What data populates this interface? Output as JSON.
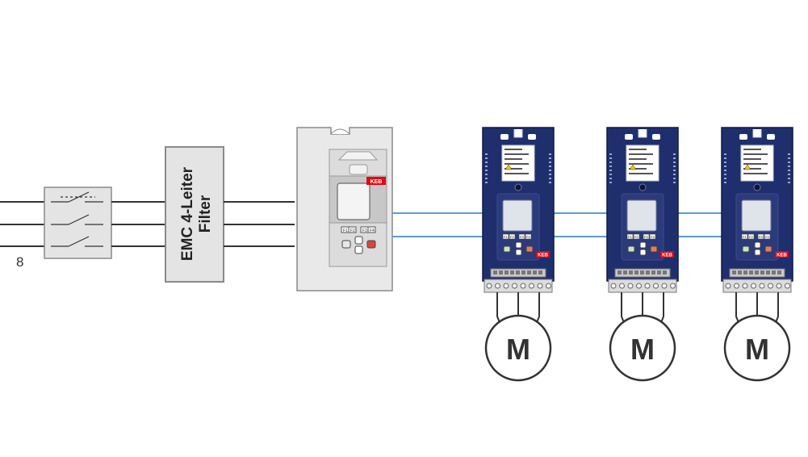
{
  "wire_count_label": "8",
  "filter": {
    "line1": "EMC 4-Leiter",
    "line2": "Filter"
  },
  "supply_unit": {
    "brand": "KEB",
    "keys": [
      "F1",
      "F2",
      "F3",
      "F4"
    ]
  },
  "drives": [
    {
      "brand": "KEB",
      "keys": [
        "F1",
        "F2",
        "F3",
        "F4"
      ],
      "motor_label": "M"
    },
    {
      "brand": "KEB",
      "keys": [
        "F1",
        "F2",
        "F3",
        "F4"
      ],
      "motor_label": "M"
    },
    {
      "brand": "KEB",
      "keys": [
        "F1",
        "F2",
        "F3",
        "F4"
      ],
      "motor_label": "M"
    }
  ],
  "colors": {
    "wire": "#333333",
    "dc_bus": "#5b9bd5",
    "box_fill": "#e4e4e4",
    "box_stroke": "#8a8a8a",
    "drive_body": "#1f2f6e",
    "drive_edge": "#0f1a45",
    "brand_red": "#e30613"
  }
}
